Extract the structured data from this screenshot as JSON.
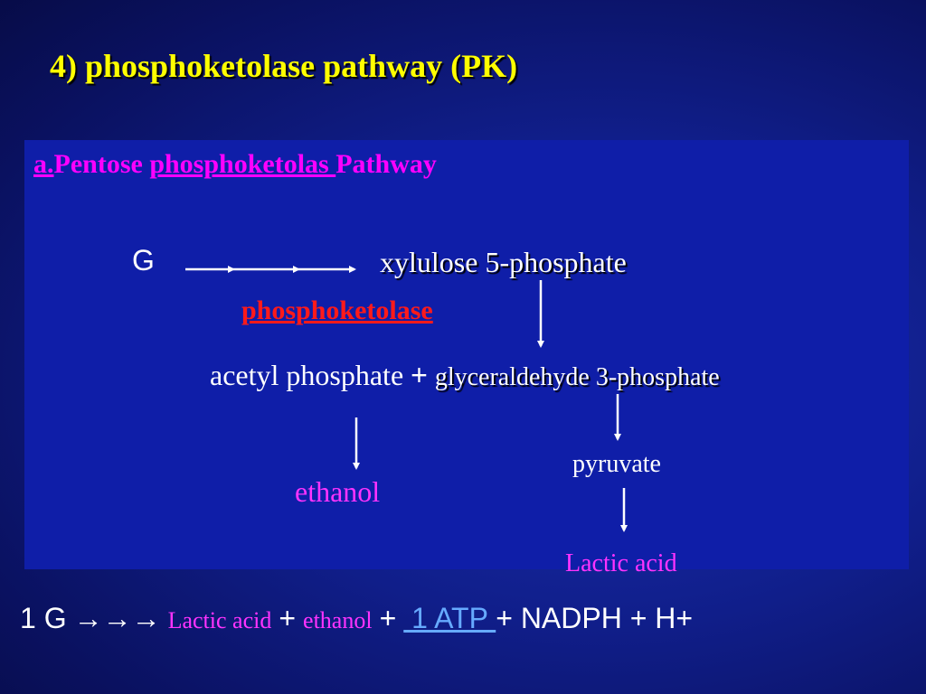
{
  "title": "4) phosphoketolase pathway (PK)",
  "subtitle": {
    "prefix": "a.",
    "part1": "Pentose ",
    "part2": "phosphoketolas ",
    "part3": "Pathway"
  },
  "diagram": {
    "start": "G",
    "xylulose": "xylulose 5-phosphate",
    "enzyme": "phosphoketolase",
    "acetyl": "acetyl phosphate",
    "plus": "+",
    "gly1": "glyceraldehyde ",
    "gly2": "3-phosphate",
    "ethanol": "ethanol",
    "pyruvate": "pyruvate",
    "lactic": "Lactic acid"
  },
  "equation": {
    "start": "1 G",
    "arrows": "→→→",
    "lactic": "Lactic acid",
    "plus1": "+",
    "ethanol": "ethanol",
    "plus2": "+",
    "atp": " 1 ATP ",
    "rest": "+ NADPH + H+"
  },
  "colors": {
    "background": "#101e8a",
    "title": "#ffff00",
    "subtitle": "#ff00ff",
    "enzyme": "#ff1a1a",
    "product": "#ff33ff",
    "atp": "#66aaff"
  }
}
